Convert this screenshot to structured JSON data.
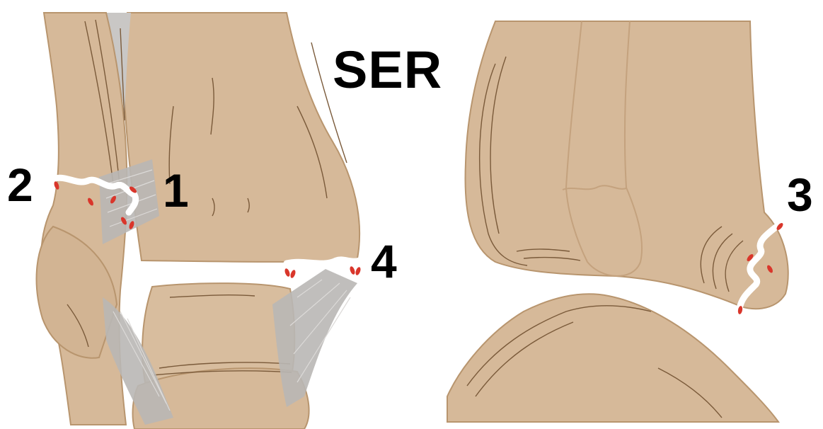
{
  "title": "SER",
  "labels": {
    "l1": "1",
    "l2": "2",
    "l3": "3",
    "l4": "4"
  },
  "colors": {
    "bone": "#d6b999",
    "bone_dark": "#c9a985",
    "bone_line": "#7a5a3a",
    "ligament": "#b9b7b5",
    "fracture": "#ffffff",
    "hemorrhage": "#d9362b",
    "background": "#ffffff"
  }
}
